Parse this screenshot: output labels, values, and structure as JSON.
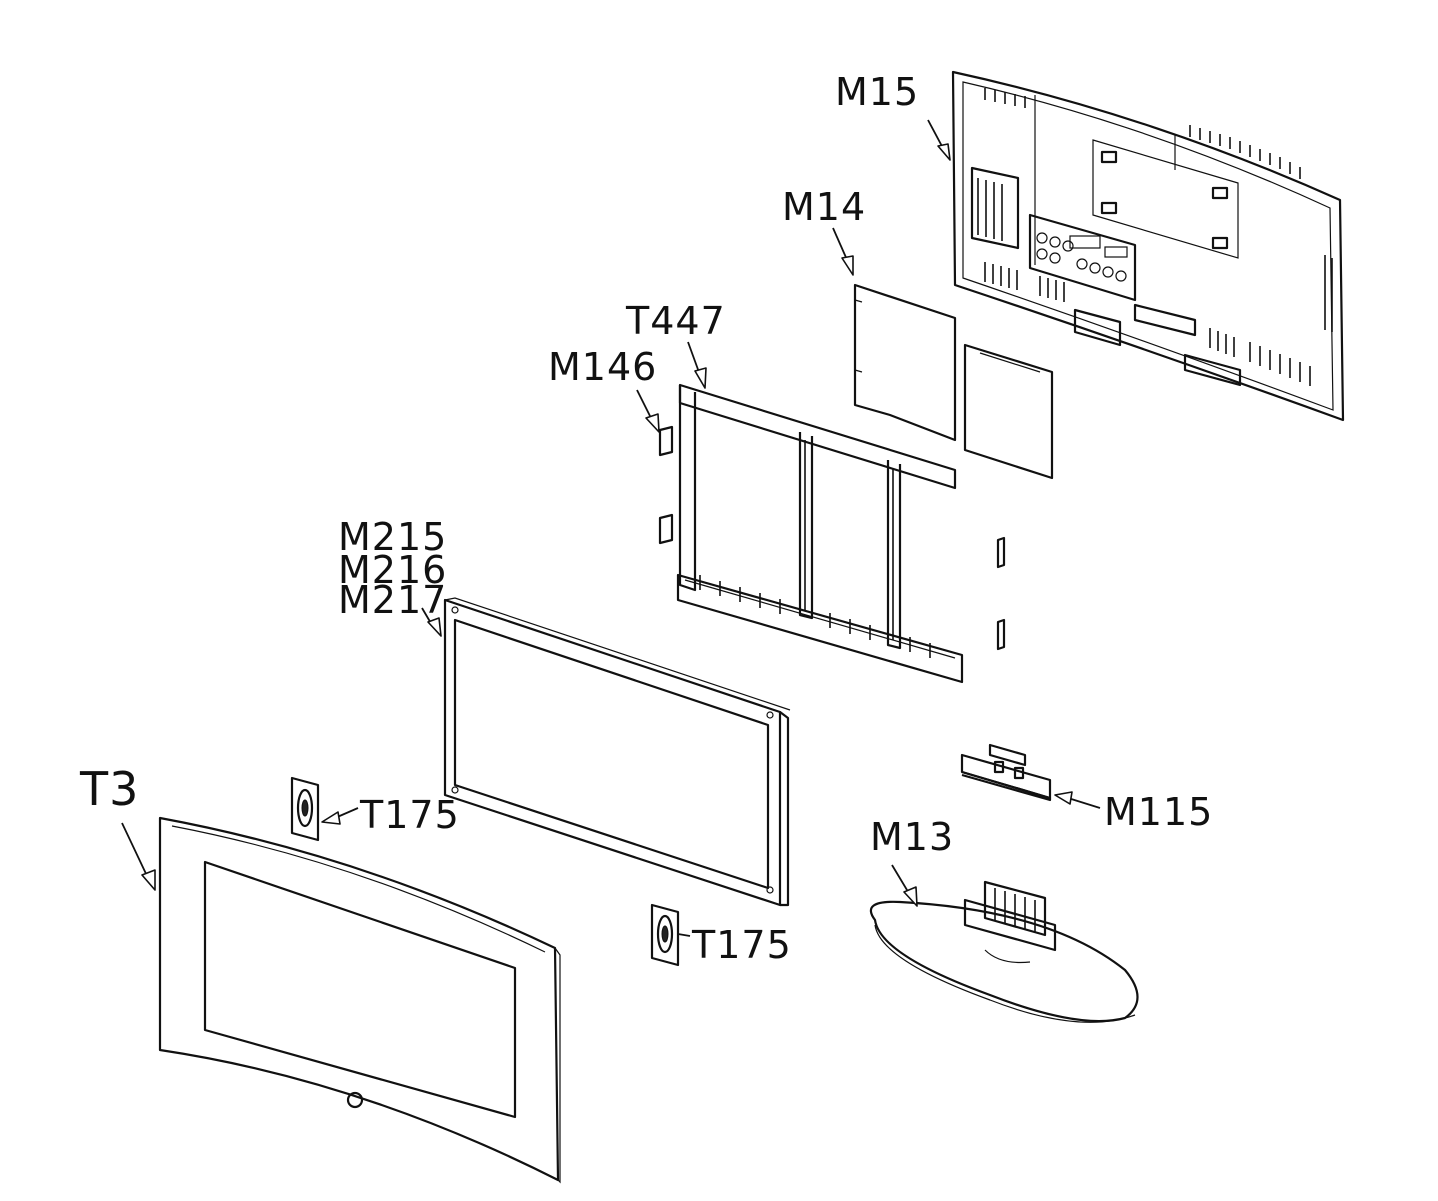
{
  "labels": {
    "m15": "M15",
    "m14": "M14",
    "t447": "T447",
    "m146": "M146",
    "m215": "M215",
    "m216": "M216",
    "m217": "M217",
    "t3": "T3",
    "t175_left": "T175",
    "t175_right": "T175",
    "m13": "M13",
    "m115": "M115"
  }
}
